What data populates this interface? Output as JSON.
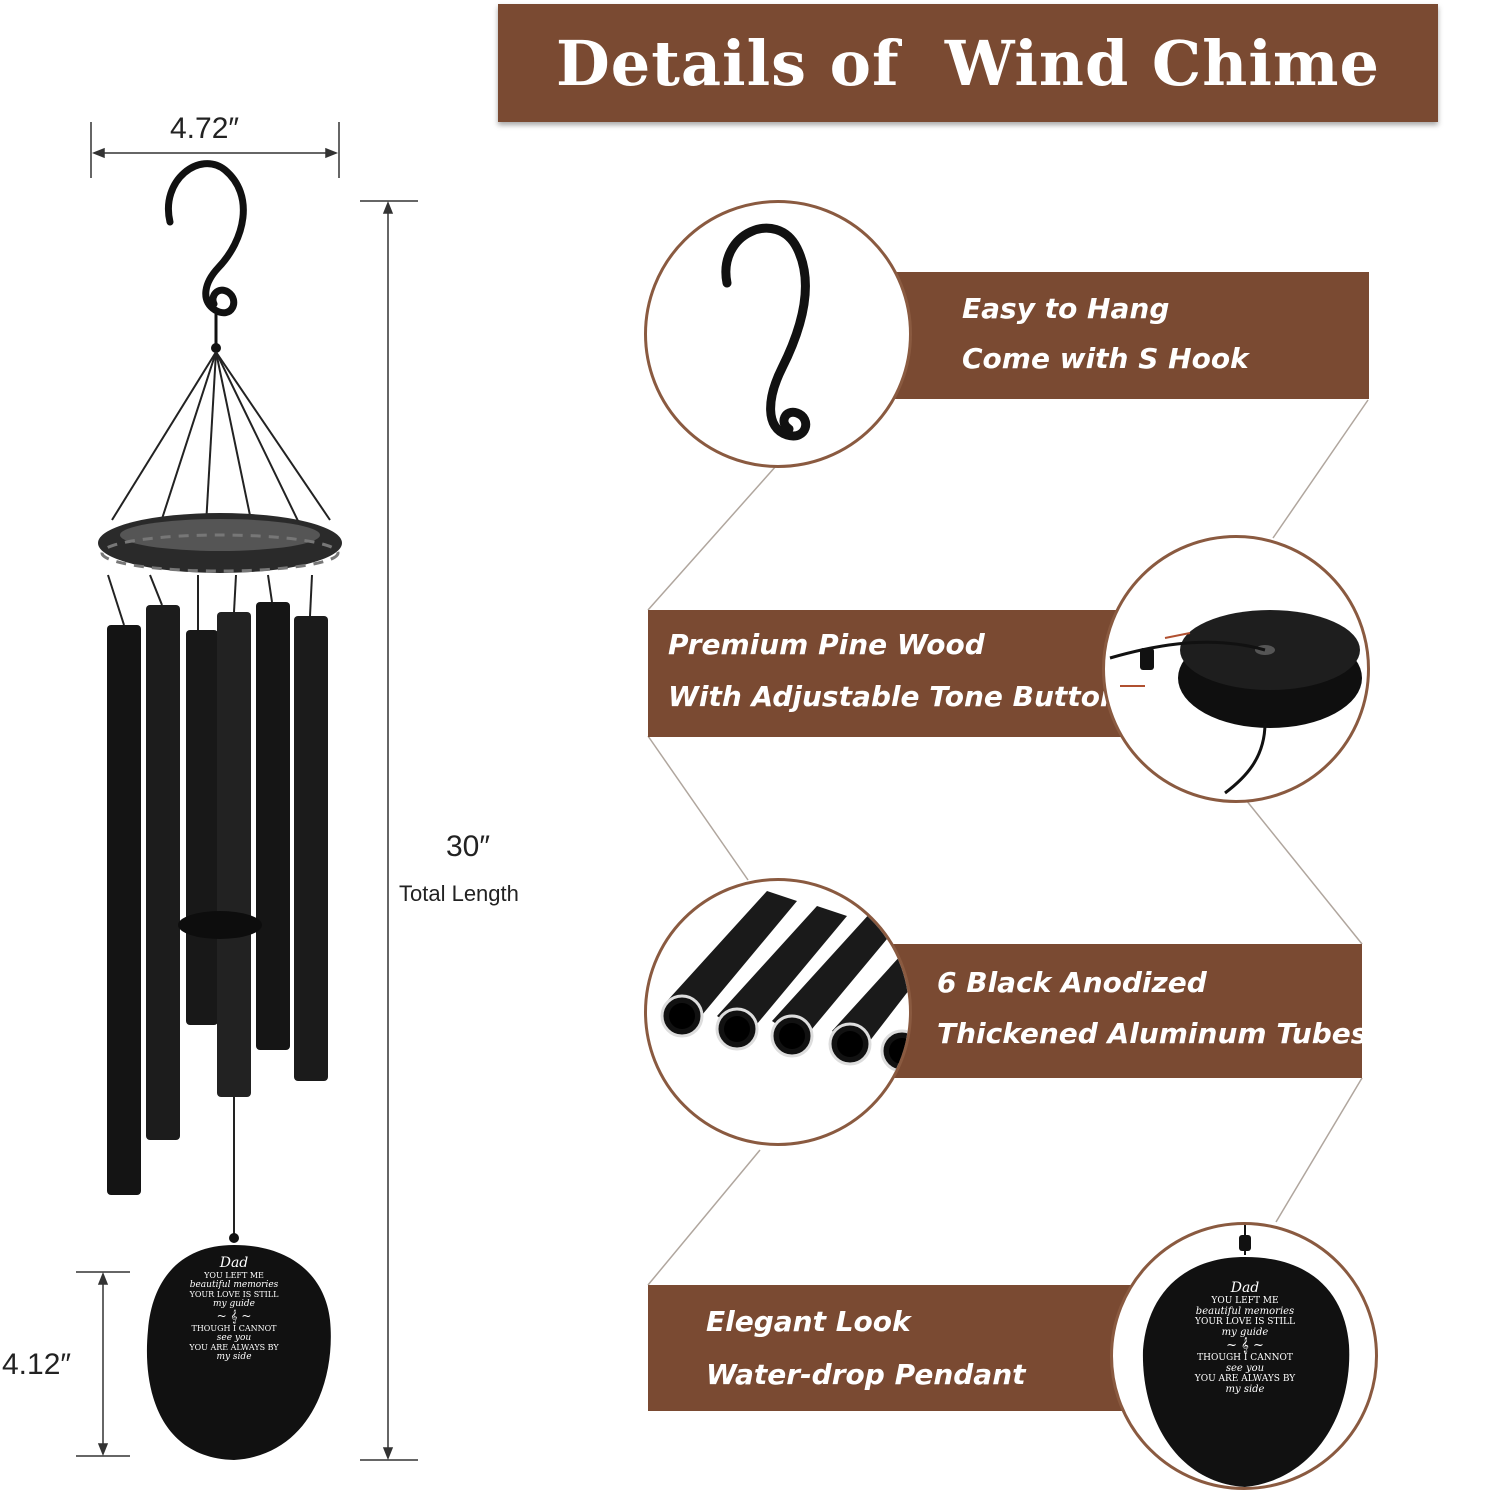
{
  "title": "Details of  Wind Chime",
  "dimensions": {
    "width": "4.72″",
    "total_length": "30″",
    "total_length_label": "Total Length",
    "pendant_height": "4.12″"
  },
  "features": [
    {
      "line1": "Easy to Hang",
      "line2": "Come with S Hook",
      "icon": "s-hook-icon"
    },
    {
      "line1": "Premium Pine Wood",
      "line2": "With Adjustable Tone Button",
      "icon": "wood-button-icon"
    },
    {
      "line1": "6 Black Anodized",
      "line2": "Thickened Aluminum Tubes",
      "icon": "tubes-icon"
    },
    {
      "line1": "Elegant  Look",
      "line2": "Water-drop Pendant",
      "icon": "pendant-icon"
    }
  ],
  "pendant_inscription": {
    "name": "Dad",
    "lines": [
      "YOU LEFT ME",
      "beautiful memories",
      "YOUR LOVE IS STILL",
      "my guide",
      "THOUGH I CANNOT",
      "see you",
      "YOU ARE ALWAYS BY",
      "my side"
    ]
  },
  "colors": {
    "brand_brown": "#7a4a32",
    "circle_border": "#8a5a40",
    "product_black": "#111111"
  }
}
